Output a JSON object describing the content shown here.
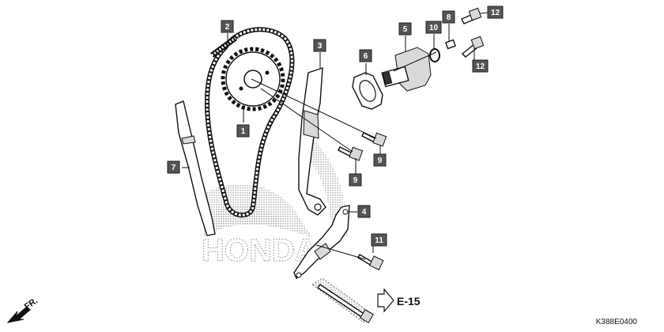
{
  "diagram": {
    "drawing_code": "K388E0400",
    "watermark_text": "HONDA",
    "front_label": "FR.",
    "reference": "E-15",
    "callouts": [
      {
        "id": "1",
        "name": "callout-1"
      },
      {
        "id": "2",
        "name": "callout-2"
      },
      {
        "id": "3",
        "name": "callout-3"
      },
      {
        "id": "4",
        "name": "callout-4"
      },
      {
        "id": "5",
        "name": "callout-5"
      },
      {
        "id": "6",
        "name": "callout-6"
      },
      {
        "id": "7",
        "name": "callout-7"
      },
      {
        "id": "8",
        "name": "callout-8"
      },
      {
        "id": "9",
        "name": "callout-9a"
      },
      {
        "id": "9",
        "name": "callout-9b"
      },
      {
        "id": "10",
        "name": "callout-10"
      },
      {
        "id": "11",
        "name": "callout-11"
      },
      {
        "id": "12",
        "name": "callout-12a"
      },
      {
        "id": "12",
        "name": "callout-12b"
      }
    ]
  }
}
